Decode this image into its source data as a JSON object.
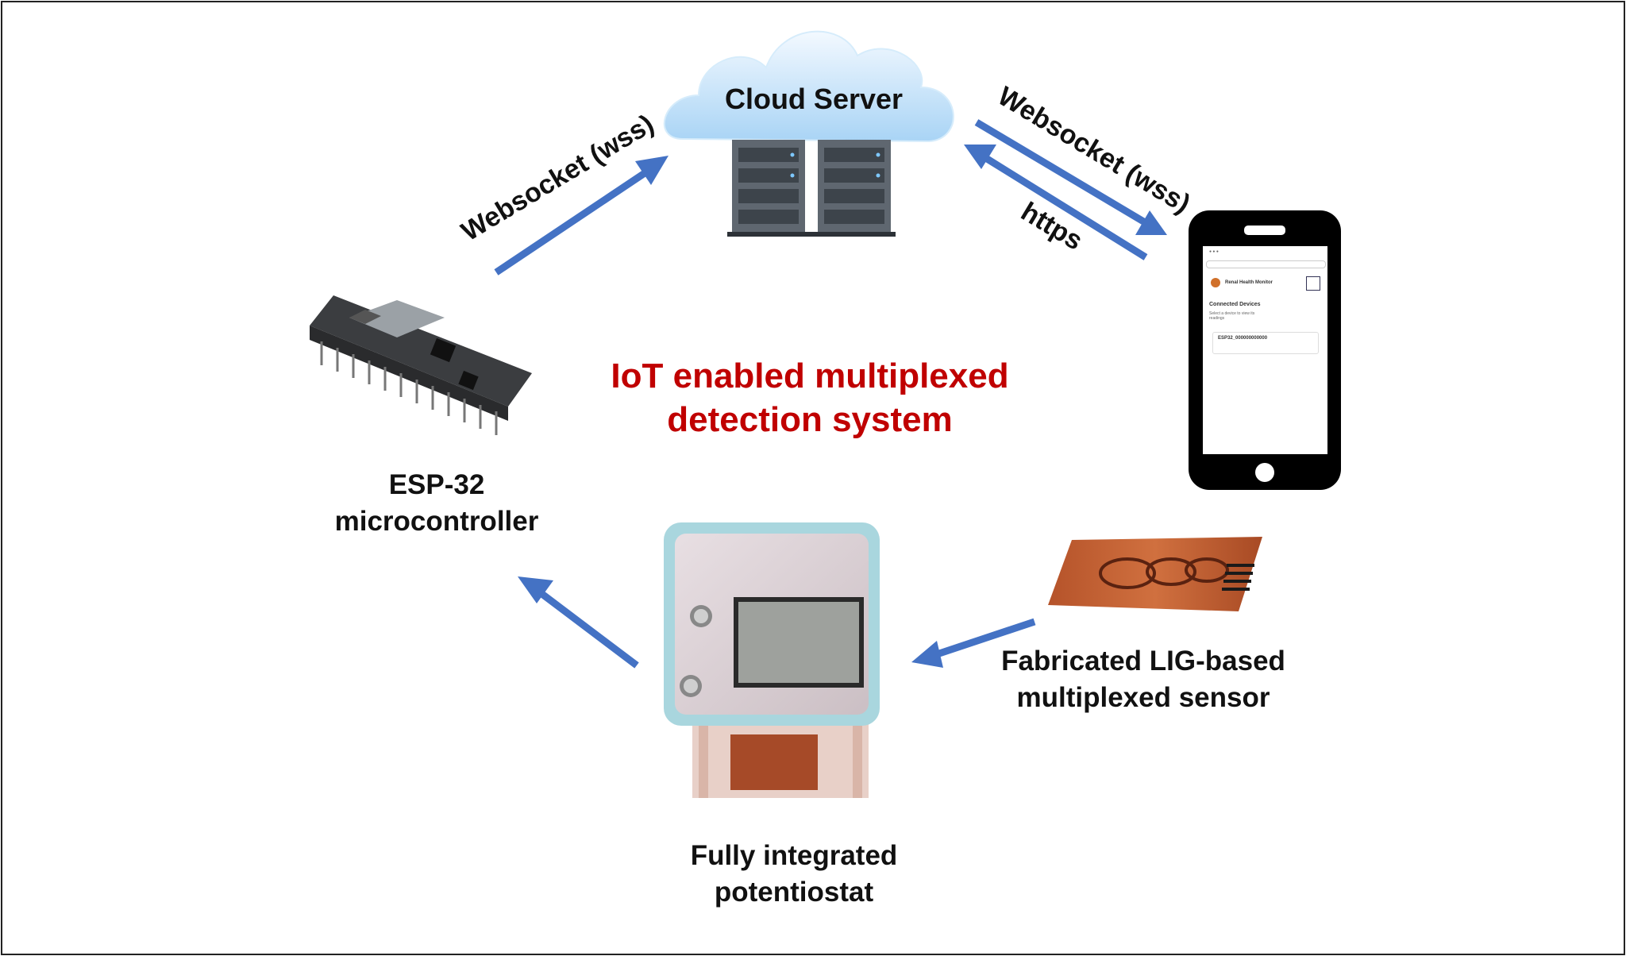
{
  "cloud": {
    "label": "Cloud Server"
  },
  "arrows": {
    "esp_to_cloud": "Websocket (wss)",
    "cloud_to_phone": "Websocket (wss)",
    "phone_to_cloud": "https"
  },
  "center_title": {
    "line1": "IoT enabled multiplexed",
    "line2": "detection system"
  },
  "esp32": {
    "line1": "ESP-32",
    "line2": "microcontroller"
  },
  "sensor": {
    "line1": "Fabricated LIG-based",
    "line2": "multiplexed sensor"
  },
  "potentiostat": {
    "line1": "Fully integrated",
    "line2": "potentiostat"
  },
  "phone_app": {
    "app_title": "Renal Health Monitor",
    "section": "Connected Devices",
    "hint": "Select a device to view its readings",
    "device": "ESP32_000000000000"
  },
  "colors": {
    "arrow": "#4472c4",
    "title": "#c00000",
    "border": "#222222"
  }
}
